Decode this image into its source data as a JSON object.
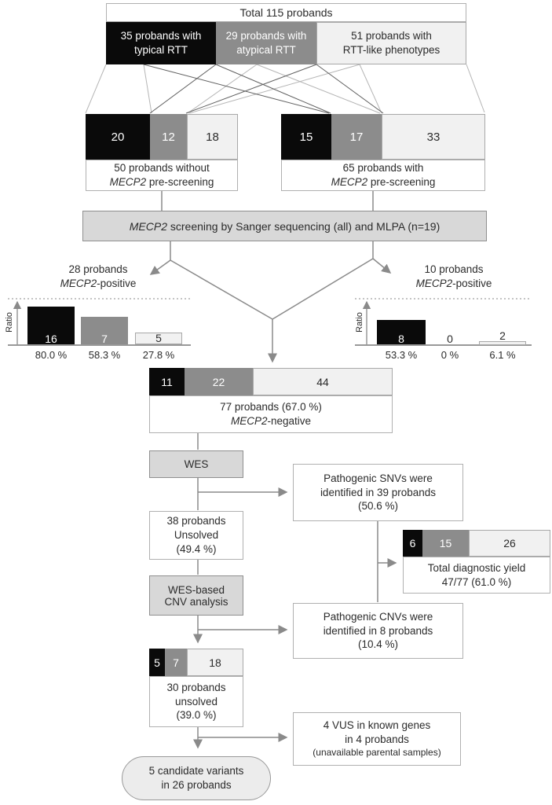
{
  "colors": {
    "black": "#0a0a0a",
    "gray": "#8c8c8c",
    "light": "#f1f1f1",
    "process_fill": "#d8d8d8",
    "line": "#8a8a8a"
  },
  "top": {
    "total": "Total 115 probands",
    "groups": [
      {
        "l1": "35 probands with",
        "l2": "typical RTT"
      },
      {
        "l1": "29 probands with",
        "l2": "atypical RTT"
      },
      {
        "l1": "51 probands with",
        "l2": "RTT-like phenotypes"
      }
    ]
  },
  "cohort_left": {
    "seg": [
      "20",
      "12",
      "18"
    ],
    "l1": "50 probands without",
    "gene": "MECP2",
    "rest": " pre-screening"
  },
  "cohort_right": {
    "seg": [
      "15",
      "17",
      "33"
    ],
    "l1": "65 probands with",
    "gene": "MECP2",
    "rest": " pre-screening"
  },
  "screening": {
    "gene": "MECP2",
    "rest": " screening by Sanger sequencing (all) and MLPA (n=19)"
  },
  "pos_left": {
    "l1": "28 probands",
    "gene": "MECP2",
    "rest": "-positive"
  },
  "pos_right": {
    "l1": "10 probands",
    "gene": "MECP2",
    "rest": "-positive"
  },
  "chart_left": {
    "ylabel": "Ratio",
    "values": [
      "16",
      "7",
      "5"
    ],
    "pcts": [
      "80.0 %",
      "58.3 %",
      "27.8 %"
    ]
  },
  "chart_right": {
    "ylabel": "Ratio",
    "values": [
      "8",
      "0",
      "2"
    ],
    "pcts": [
      "53.3 %",
      "0 %",
      "6.1 %"
    ]
  },
  "negative": {
    "seg": [
      "11",
      "22",
      "44"
    ],
    "l1": "77 probands (67.0 %)",
    "gene": "MECP2",
    "rest": "-negative"
  },
  "wes_label": "WES",
  "snv": {
    "l1": "Pathogenic SNVs were",
    "l2": "identified in 39 probands",
    "l3": "(50.6 %)"
  },
  "unsolved38": {
    "l1": "38 probands",
    "l2": "Unsolved",
    "l3": "(49.4 %)"
  },
  "yield": {
    "seg": [
      "6",
      "15",
      "26"
    ],
    "l1": "Total diagnostic yield",
    "l2": "47/77 (61.0 %)"
  },
  "cnv_analysis": {
    "l1": "WES-based",
    "l2": "CNV analysis"
  },
  "cnv": {
    "l1": "Pathogenic CNVs were",
    "l2": "identified in 8 probands",
    "l3": "(10.4 %)"
  },
  "unsolved30": {
    "seg": [
      "5",
      "7",
      "18"
    ],
    "l1": "30 probands",
    "l2": "unsolved",
    "l3": "(39.0 %)"
  },
  "vus": {
    "l1": "4 VUS in known genes",
    "l2": "in 4 probands",
    "l3": "(unavailable parental samples)"
  },
  "candidate": {
    "l1": "5 candidate variants",
    "l2": "in 26 probands"
  },
  "chart_data": [
    {
      "type": "bar",
      "title": "28 probands MECP2-positive",
      "ylabel": "Ratio",
      "categories": [
        "typical RTT",
        "atypical RTT",
        "RTT-like phenotypes"
      ],
      "values": [
        16,
        7,
        5
      ],
      "percent_labels": [
        "80.0 %",
        "58.3 %",
        "27.8 %"
      ],
      "ylim": [
        0,
        100
      ],
      "note": "dashed top line = 100 %"
    },
    {
      "type": "bar",
      "title": "10 probands MECP2-positive",
      "ylabel": "Ratio",
      "categories": [
        "typical RTT",
        "atypical RTT",
        "RTT-like phenotypes"
      ],
      "values": [
        8,
        0,
        2
      ],
      "percent_labels": [
        "53.3 %",
        "0 %",
        "6.1 %"
      ],
      "ylim": [
        0,
        100
      ],
      "note": "dashed top line = 100 %"
    },
    {
      "type": "stacked-bar",
      "title": "Total 115 probands",
      "categories": [
        "typical RTT",
        "atypical RTT",
        "RTT-like phenotypes"
      ],
      "values": [
        35,
        29,
        51
      ]
    },
    {
      "type": "stacked-bar",
      "title": "50 probands without MECP2 pre-screening",
      "categories": [
        "typical RTT",
        "atypical RTT",
        "RTT-like phenotypes"
      ],
      "values": [
        20,
        12,
        18
      ]
    },
    {
      "type": "stacked-bar",
      "title": "65 probands with MECP2 pre-screening",
      "categories": [
        "typical RTT",
        "atypical RTT",
        "RTT-like phenotypes"
      ],
      "values": [
        15,
        17,
        33
      ]
    },
    {
      "type": "stacked-bar",
      "title": "77 probands (67.0 %) MECP2-negative",
      "categories": [
        "typical RTT",
        "atypical RTT",
        "RTT-like phenotypes"
      ],
      "values": [
        11,
        22,
        44
      ]
    },
    {
      "type": "stacked-bar",
      "title": "Total diagnostic yield 47/77 (61.0 %)",
      "categories": [
        "typical RTT",
        "atypical RTT",
        "RTT-like phenotypes"
      ],
      "values": [
        6,
        15,
        26
      ]
    },
    {
      "type": "stacked-bar",
      "title": "30 probands unsolved (39.0 %)",
      "categories": [
        "typical RTT",
        "atypical RTT",
        "RTT-like phenotypes"
      ],
      "values": [
        5,
        7,
        18
      ]
    }
  ]
}
